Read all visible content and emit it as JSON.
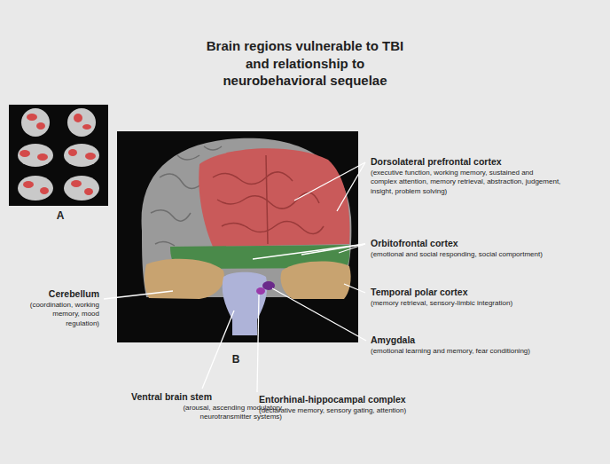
{
  "diagram": {
    "title": "Brain regions vulnerable to TBI and relationship to neurobehavioral sequelae",
    "labels": [
      "A",
      "B",
      "Dorsolateral prefrontal cortex",
      "(executive function, working memory, sustained and complex attention, memory retrieval, abstraction, judgement, insight, problem solving)",
      "Orbitofrontal cortex",
      "(emotional and social responding, social comportment)",
      "Temporal polar cortex",
      "(memory retrieval, sensory-limbic integration)",
      "Amygdala",
      "(emotional learning and memory, fear conditioning)",
      "Entorhinal-hippocampal complex",
      "(declarative memory, sensory gating, attention)",
      "Ventral brain stem",
      "(arousal, ascending modulatory neurotransmitter systems)",
      "Cerebellum",
      "(coordination, working memory, mood regulation)"
    ]
  }
}
